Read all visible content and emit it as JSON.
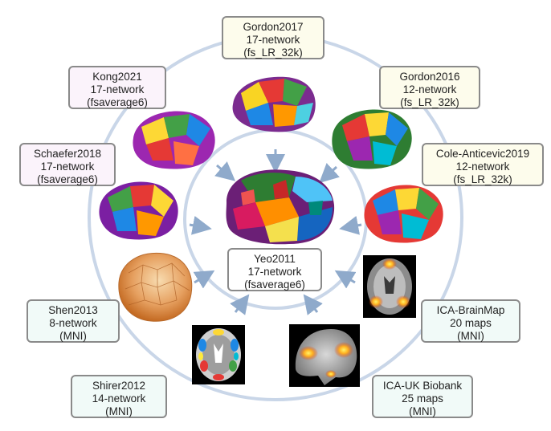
{
  "nodes": {
    "gordon2017": {
      "line1": "Gordon2017",
      "line2": "17-network",
      "line3": "(fs_LR_32k)"
    },
    "kong2021": {
      "line1": "Kong2021",
      "line2": "17-network",
      "line3": "(fsaverage6)"
    },
    "gordon2016": {
      "line1": "Gordon2016",
      "line2": "12-network",
      "line3": "(fs_LR_32k)"
    },
    "schaefer2018": {
      "line1": "Schaefer2018",
      "line2": "17-network",
      "line3": "(fsaverage6)"
    },
    "cole_anticevic2019": {
      "line1": "Cole-Anticevic2019",
      "line2": "12-network",
      "line3": "(fs_LR_32k)"
    },
    "yeo2011": {
      "line1": "Yeo2011",
      "line2": "17-network",
      "line3": "(fsaverage6)"
    },
    "shen2013": {
      "line1": "Shen2013",
      "line2": "8-network",
      "line3": "(MNI)"
    },
    "ica_brainmap": {
      "line1": "ICA-BrainMap",
      "line2": "20 maps",
      "line3": "(MNI)"
    },
    "shirer2012": {
      "line1": "Shirer2012",
      "line2": "14-network",
      "line3": "(MNI)"
    },
    "ica_ukbiobank": {
      "line1": "ICA-UK Biobank",
      "line2": "25 maps",
      "line3": "(MNI)"
    }
  },
  "colors": {
    "ring": "#c9d6e8",
    "arrow": "#8faacb",
    "box_border": "#8a8a8a",
    "lilac_box": "#fbf3fb",
    "cream_box": "#fdfcec",
    "mint_box": "#f1faf8"
  },
  "images": {
    "center": "yeo2011-brain-surface",
    "top": "gordon2017-brain-surface",
    "upper_left": "kong2021-brain-surface",
    "upper_right": "gordon2016-brain-surface",
    "left": "schaefer2018-brain-surface",
    "right": "cole-anticevic2019-brain-surface",
    "lower_left": "shen2013-3d-brain",
    "bottom_left": "shirer2012-axial-slice",
    "bottom_right": "ica-ukbiobank-sagittal-slice",
    "lower_right": "ica-brainmap-axial-slice"
  }
}
